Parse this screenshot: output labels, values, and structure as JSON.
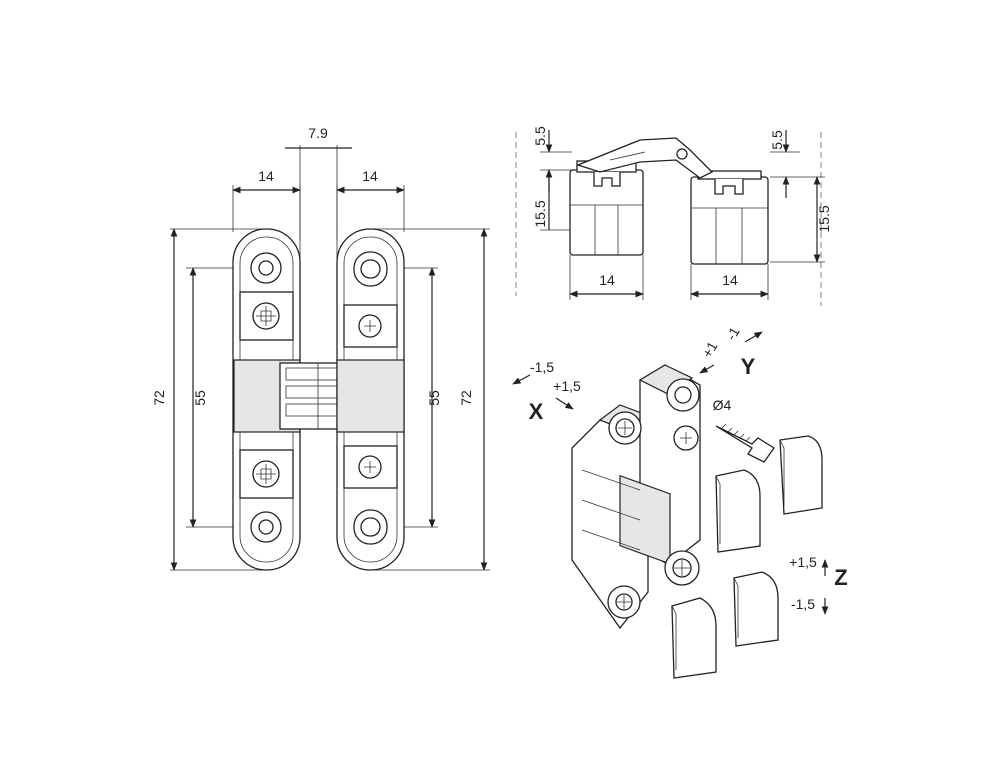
{
  "front_view": {
    "top_gap": "7.9",
    "left_width": "14",
    "right_width": "14",
    "height_left": "72",
    "height_right": "72",
    "screw_pitch_left": "55",
    "screw_pitch_right": "55"
  },
  "side_view": {
    "left_step": "5.5",
    "left_depth": "15.5",
    "left_width": "14",
    "right_step": "5.5",
    "right_depth": "15.5",
    "right_width": "14"
  },
  "iso_view": {
    "y_plus": "+1",
    "y_minus": "-1",
    "y_axis": "Y",
    "x_minus": "-1,5",
    "x_plus": "+1,5",
    "x_axis": "X",
    "screw_diameter": "Ø4",
    "z_plus": "+1,5",
    "z_minus": "-1,5",
    "z_axis": "Z"
  }
}
